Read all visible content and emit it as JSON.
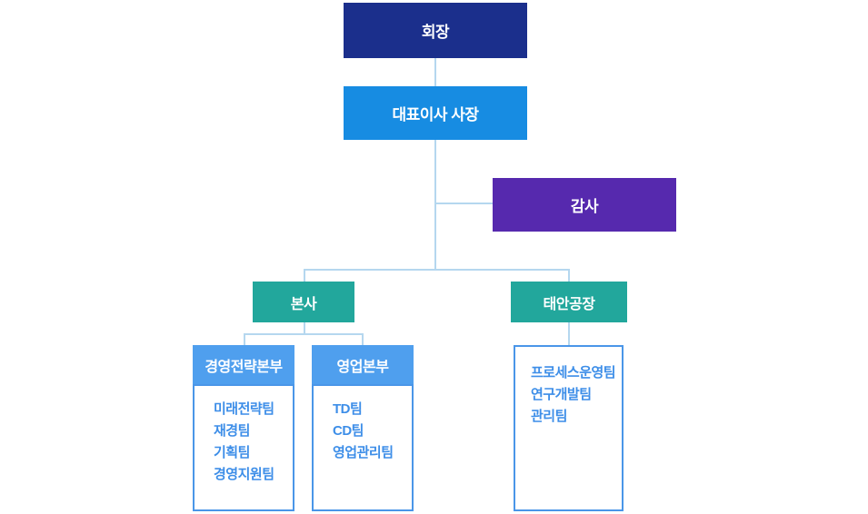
{
  "org_chart": {
    "chairman": {
      "label": "회장"
    },
    "ceo": {
      "label": "대표이사 사장"
    },
    "auditor": {
      "label": "감사"
    },
    "branches": {
      "hq": {
        "label": "본사",
        "divisions": {
          "strategy": {
            "label": "경영전략본부",
            "teams": [
              "미래전략팀",
              "재경팀",
              "기획팀",
              "경영지원팀"
            ]
          },
          "sales": {
            "label": "영업본부",
            "teams": [
              "TD팀",
              "CD팀",
              "영업관리팀"
            ]
          }
        }
      },
      "taean_plant": {
        "label": "태안공장",
        "teams": [
          "프로세스운영팀",
          "연구개발팀",
          "관리팀"
        ]
      }
    }
  },
  "colors": {
    "chairman_bg": "#1b2f8c",
    "ceo_bg": "#178ce2",
    "auditor_bg": "#5629ae",
    "branch_bg": "#22a79c",
    "division_bg": "#4f9fee",
    "team_text": "#3d8ee8",
    "team_border": "#4a96e8",
    "connector": "#b5d7ef"
  }
}
